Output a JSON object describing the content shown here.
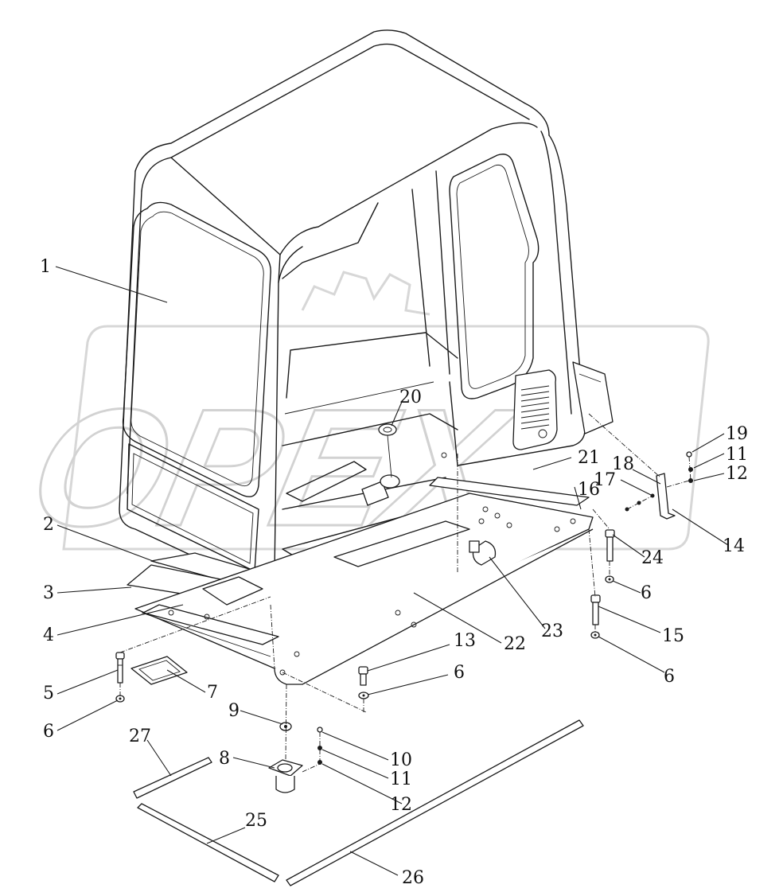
{
  "watermark": {
    "text": "OPEX"
  },
  "callouts": [
    {
      "id": "c1",
      "text": "1"
    },
    {
      "id": "c2",
      "text": "2"
    },
    {
      "id": "c3",
      "text": "3"
    },
    {
      "id": "c4",
      "text": "4"
    },
    {
      "id": "c5",
      "text": "5"
    },
    {
      "id": "c6a",
      "text": "6"
    },
    {
      "id": "c7",
      "text": "7"
    },
    {
      "id": "c8",
      "text": "8"
    },
    {
      "id": "c9",
      "text": "9"
    },
    {
      "id": "c10",
      "text": "10"
    },
    {
      "id": "c11a",
      "text": "11"
    },
    {
      "id": "c12a",
      "text": "12"
    },
    {
      "id": "c13",
      "text": "13"
    },
    {
      "id": "c6b",
      "text": "6"
    },
    {
      "id": "c22",
      "text": "22"
    },
    {
      "id": "c23",
      "text": "23"
    },
    {
      "id": "c15",
      "text": "15"
    },
    {
      "id": "c6c",
      "text": "6"
    },
    {
      "id": "c6d",
      "text": "6"
    },
    {
      "id": "c24",
      "text": "24"
    },
    {
      "id": "c16",
      "text": "16"
    },
    {
      "id": "c17",
      "text": "17"
    },
    {
      "id": "c18",
      "text": "18"
    },
    {
      "id": "c14",
      "text": "14"
    },
    {
      "id": "c19",
      "text": "19"
    },
    {
      "id": "c11b",
      "text": "11"
    },
    {
      "id": "c12b",
      "text": "12"
    },
    {
      "id": "c20",
      "text": "20"
    },
    {
      "id": "c21",
      "text": "21"
    },
    {
      "id": "c25",
      "text": "25"
    },
    {
      "id": "c26",
      "text": "26"
    },
    {
      "id": "c27",
      "text": "27"
    }
  ]
}
